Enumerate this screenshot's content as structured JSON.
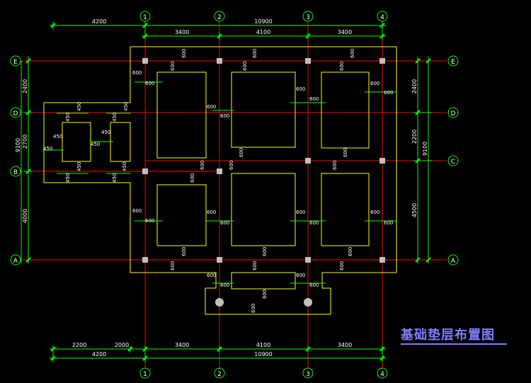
{
  "drawing_title": "基础垫层布置图",
  "colors": {
    "axis": "#ff0000",
    "footing": "#ffff00",
    "dimension": "#00ff00",
    "text": "#ffffff",
    "title": "#7f7fff",
    "column": "#bfbfbf"
  },
  "axes_numbers": {
    "a1": "1",
    "a2": "2",
    "a3": "3",
    "a4": "4"
  },
  "axes_letters": {
    "e": "E",
    "d": "D",
    "c": "C",
    "b": "B",
    "a": "A"
  },
  "dims_top": {
    "total": "10900",
    "left_ext": "4200",
    "s12": "3400",
    "s23": "4100",
    "s34": "3400"
  },
  "dims_bottom": {
    "total": "10900",
    "left_ext": "4200",
    "d2200": "2200",
    "d2000": "2000",
    "s12": "3400",
    "s23": "4100",
    "s34": "3400"
  },
  "dims_left": {
    "total": "9100",
    "ed": "2400",
    "db": "2700",
    "ba": "4000"
  },
  "dims_right": {
    "total": "9100",
    "ed": "2400",
    "dc": "2200",
    "ca": "4500"
  },
  "labels": {
    "w600": "600",
    "w450": "450"
  }
}
